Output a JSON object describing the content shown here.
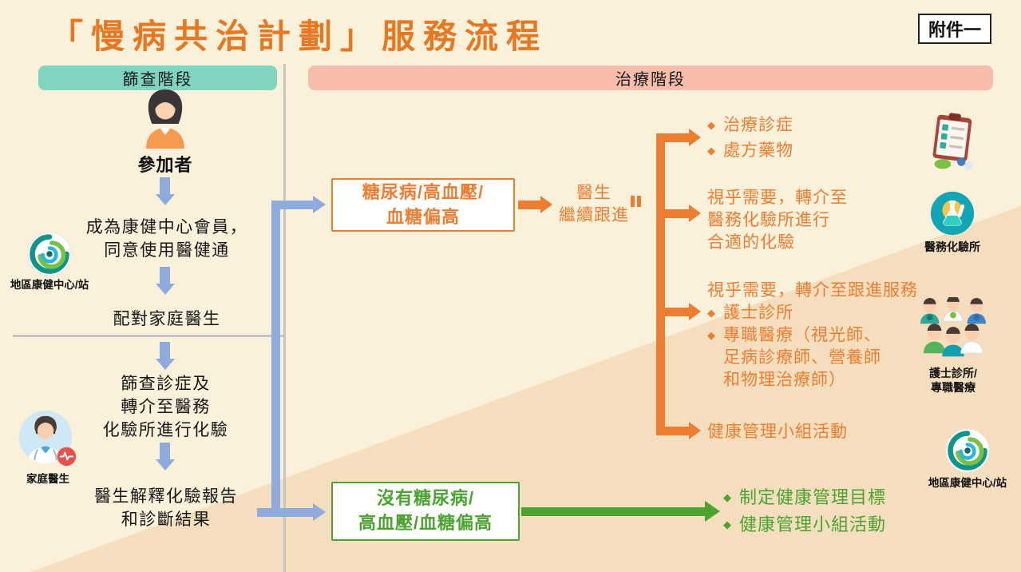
{
  "header": {
    "title": "「慢病共治計劃」服務流程",
    "attachment": "附件一"
  },
  "phases": {
    "screening": "篩查階段",
    "treatment": "治療階段"
  },
  "screening": {
    "participant": "參加者",
    "step_member": "成為康健中心會員，\n同意使用醫健通",
    "step_match": "配對家庭醫生",
    "step_screen": "篩查診症及\n轉介至醫務\n化驗所進行化驗",
    "step_explain": "醫生解釋化驗報告\n和診斷結果",
    "dhc_caption": "地區康健中心/站",
    "doctor_caption": "家庭醫生"
  },
  "diagnosed": {
    "condition": "糖尿病/高血壓/\n血糖偏高",
    "followup": "醫生\n繼續跟進",
    "treat_bullet_1": "治療診症",
    "treat_bullet_2": "處方藥物",
    "lab_referral": "視乎需要，轉介至\n醫務化驗所進行\n合適的化驗",
    "followup_services_intro": "視乎需要，轉介至跟進服務",
    "service_bullet_1": "護士診所",
    "service_bullet_2": "專職醫療（視光師、\n足病診療師、營養師\n和物理治療師）",
    "group_activity": "健康管理小組活動"
  },
  "healthy": {
    "condition": "沒有糖尿病/\n高血壓/血糖偏高",
    "outcome_1": "制定健康管理目標",
    "outcome_2": "健康管理小組活動"
  },
  "captions": {
    "lab": "醫務化驗所",
    "nurse_allied": "護士診所/\n專職醫療",
    "dhc": "地區康健中心/站"
  },
  "colors": {
    "title_orange": "#E87722",
    "branch_orange": "#ED7D31",
    "branch_green": "#4CA32F",
    "connector_blue": "#8FAADC",
    "screening_header": "#7FD5C0",
    "treatment_header": "#F7BDAA",
    "background_light": "#FBF0D9",
    "background_dark": "#F4DEBD"
  }
}
